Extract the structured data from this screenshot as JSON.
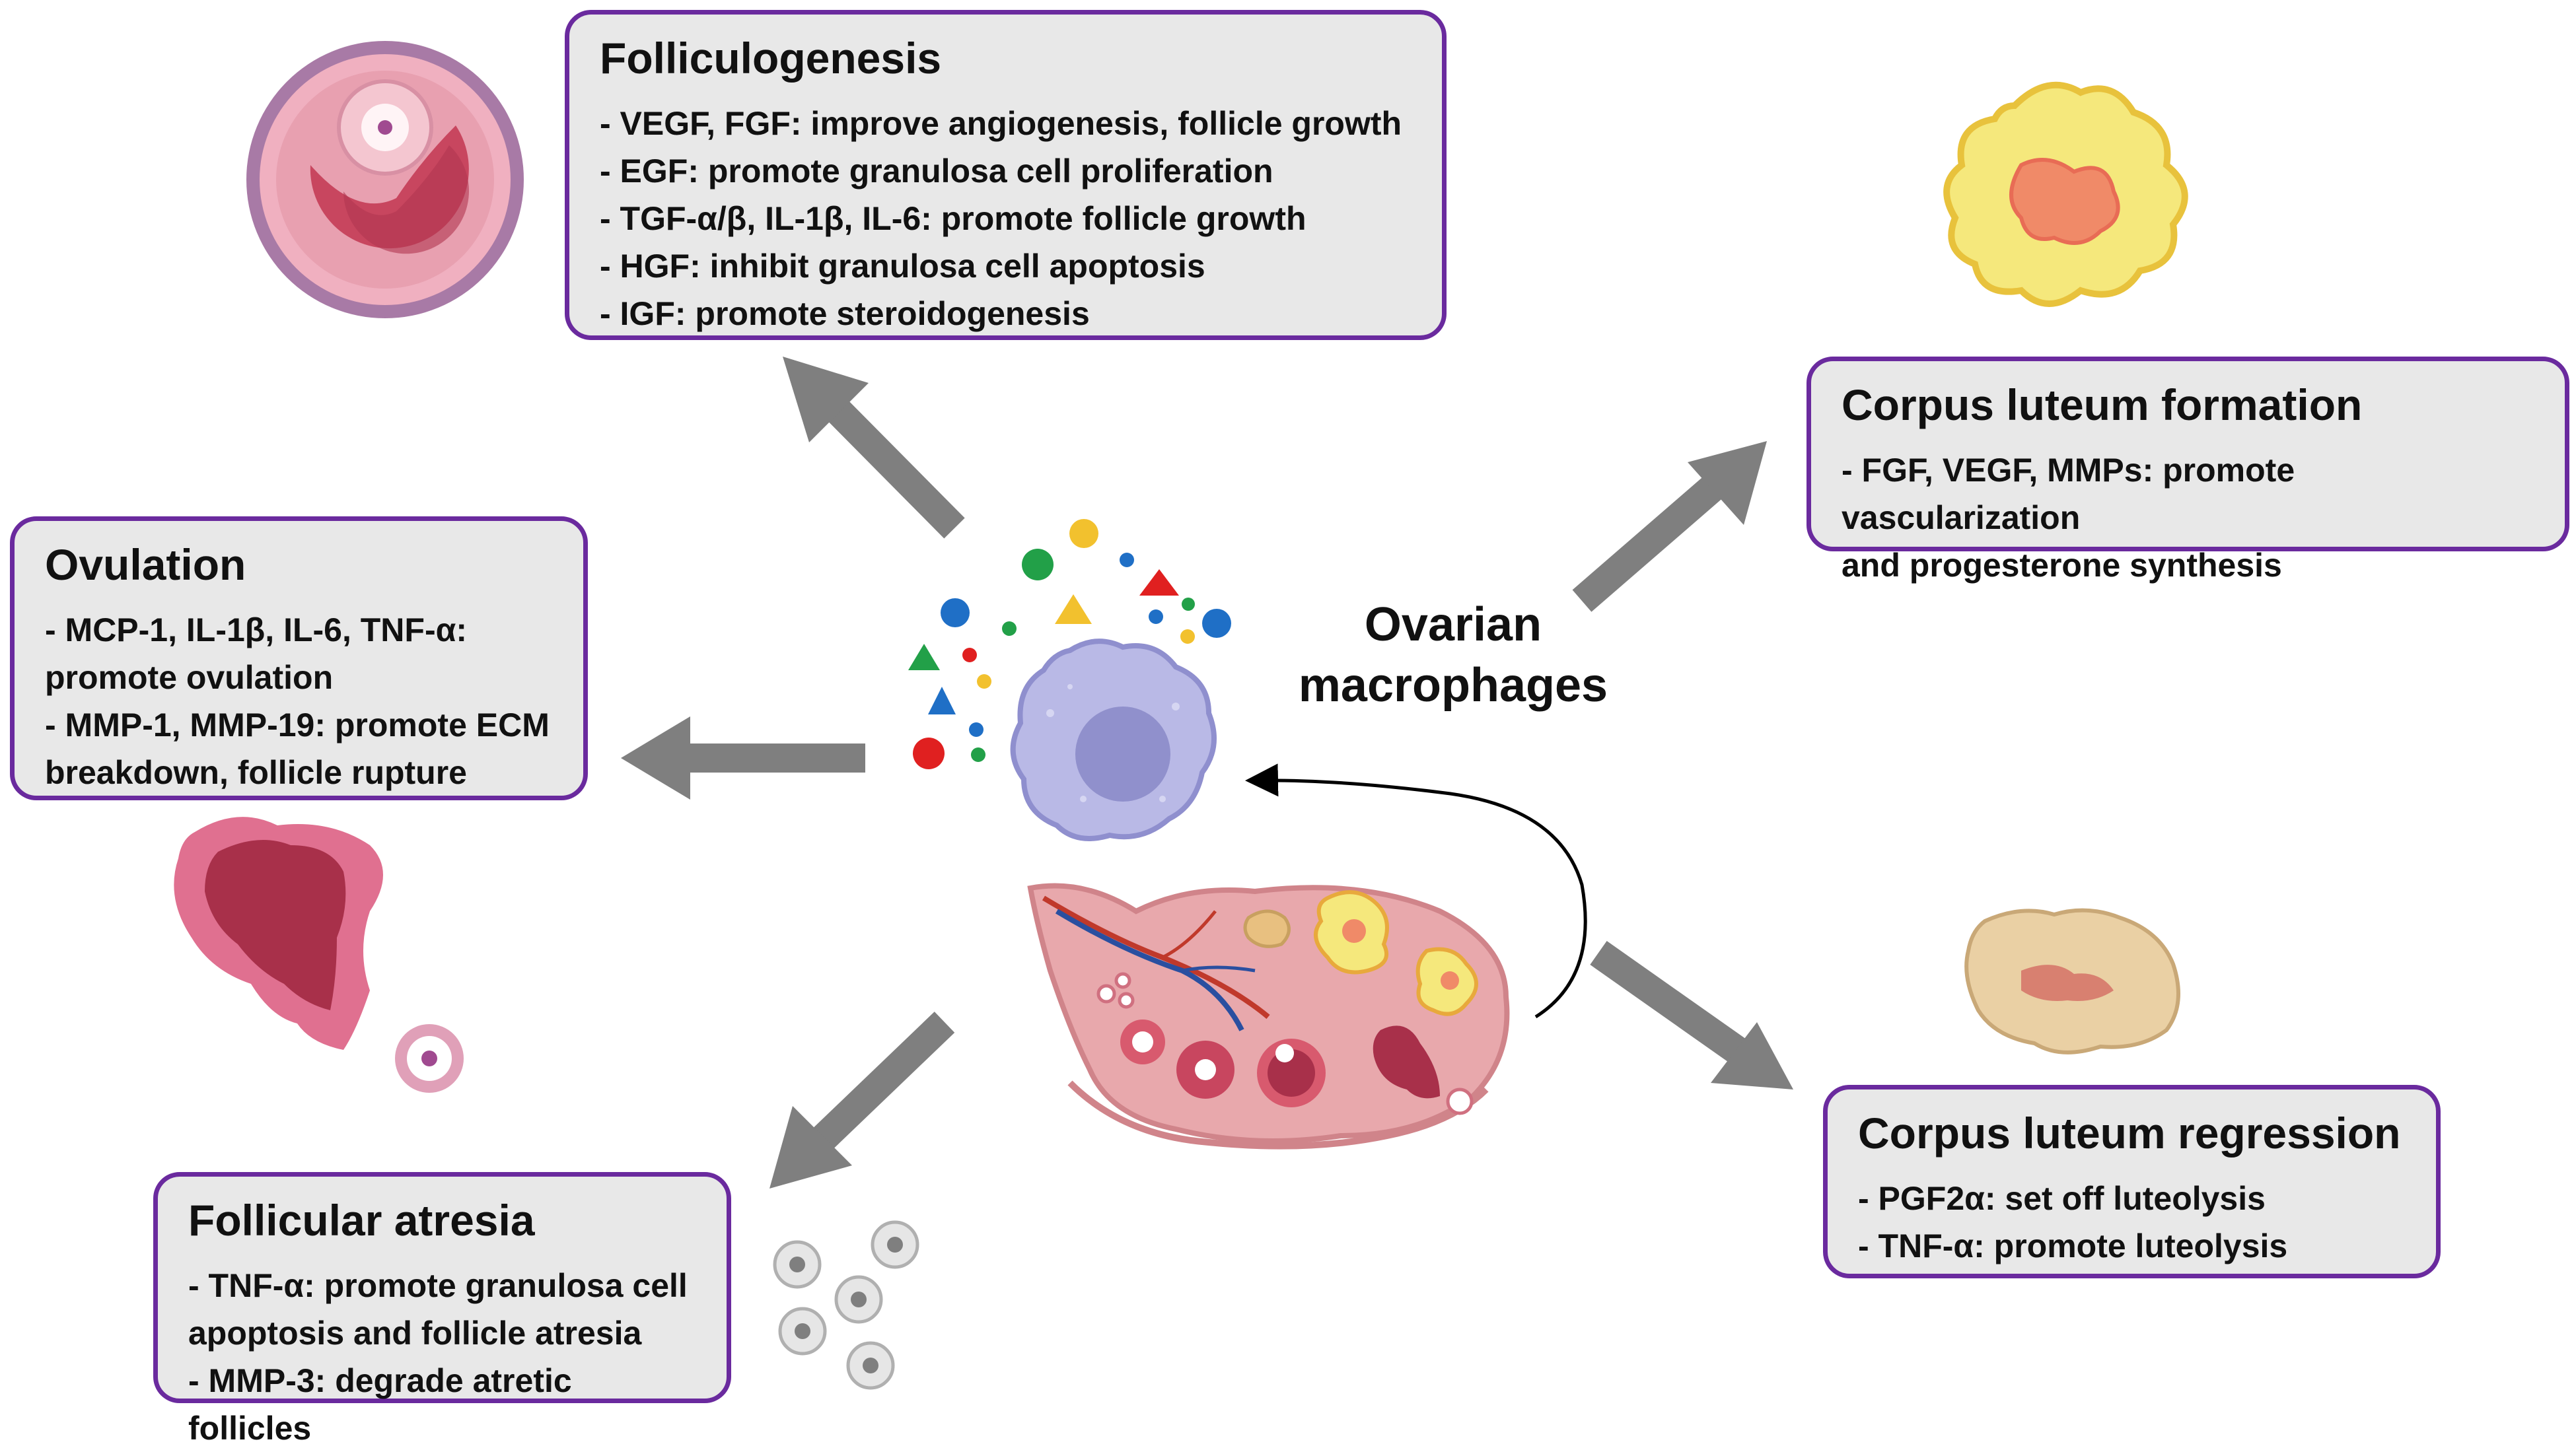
{
  "center": {
    "line1": "Ovarian",
    "line2": "macrophages"
  },
  "boxes": {
    "folliculogenesis": {
      "title": "Folliculogenesis",
      "lines": [
        "- VEGF, FGF: improve angiogenesis, follicle growth",
        "- EGF: promote granulosa cell proliferation",
        "- TGF-α/β, IL-1β, IL-6: promote follicle growth",
        "- HGF: inhibit granulosa cell apoptosis",
        "- IGF: promote steroidogenesis"
      ]
    },
    "ovulation": {
      "title": "Ovulation",
      "lines": [
        "- MCP-1, IL-1β, IL-6, TNF-α:",
        "promote ovulation",
        "- MMP-1, MMP-19: promote ECM",
        "breakdown, follicle rupture"
      ]
    },
    "cl_formation": {
      "title": "Corpus luteum formation",
      "lines": [
        "- FGF, VEGF, MMPs: promote vascularization",
        "and progesterone synthesis"
      ]
    },
    "cl_regression": {
      "title": "Corpus luteum regression",
      "lines": [
        "- PGF2α: set off luteolysis",
        "- TNF-α: promote luteolysis"
      ]
    },
    "atresia": {
      "title": "Follicular atresia",
      "lines": [
        "- TNF-α: promote granulosa cell",
        "apoptosis and follicle atresia",
        "- MMP-3: degrade atretic follicles"
      ]
    }
  },
  "colors": {
    "box_border": "#6a2a9e",
    "box_fill": "#e8e8e8",
    "arrow": "#7f7f7f",
    "macrophage": "#b9b9e6",
    "corpus_luteum": "#f5e87c",
    "follicle": "#c8465f"
  },
  "icons": [
    "follicle-icon",
    "corpus-luteum-icon",
    "ruptured-follicle-icon",
    "macrophage-icon",
    "ovary-icon",
    "regressing-corpus-luteum-icon",
    "atretic-follicles-icon",
    "cytokine-particles"
  ]
}
